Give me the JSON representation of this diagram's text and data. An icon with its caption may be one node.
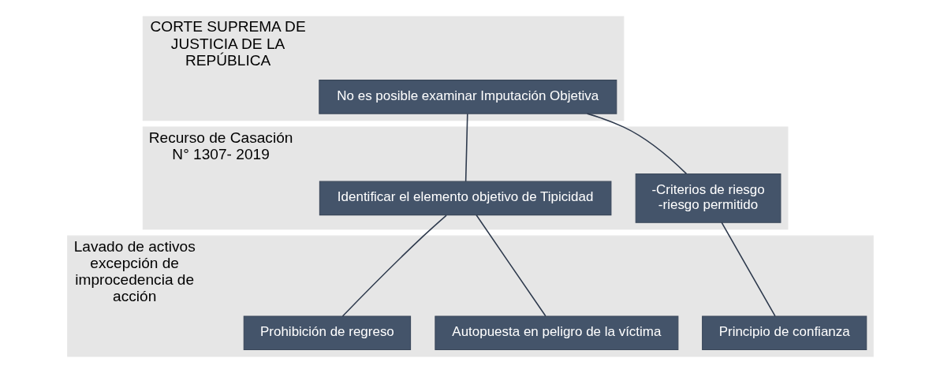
{
  "diagram": {
    "nodes": [
      {
        "text": [
          "CORTE SUPREMA DE JUSTICIA DE LA REPÚBLICA"
        ]
      },
      {
        "text": [
          "No es posible examinar Imputación Objetiva"
        ],
        "in": 0
      },
      {
        "text": [
          "Recurso de Casación",
          "N° 1307- 2019"
        ]
      },
      {
        "text": [
          "Identificar el elemento objetivo de Tipicidad"
        ],
        "in": 2
      },
      {
        "text": [
          "-Criterios de riesgo",
          "-riesgo permitido"
        ],
        "in": 2
      },
      {
        "text": [
          "Lavado de activos excepción de improcedencia de acción"
        ]
      },
      {
        "text": [
          "Prohibición de regreso"
        ],
        "in": 5
      },
      {
        "text": [
          "Autopuesta en peligro de la víctima"
        ],
        "in": 5
      },
      {
        "text": [
          "Principio de confianza"
        ],
        "in": 5
      }
    ],
    "edges": [
      {
        "from": 1,
        "to": 3,
        "arrow": "none"
      },
      {
        "from": 1,
        "to": 4,
        "arrow": "none"
      },
      {
        "from": 3,
        "to": 6,
        "arrow": "none"
      },
      {
        "from": 3,
        "to": 7,
        "arrow": "none"
      },
      {
        "from": 4,
        "to": 8,
        "arrow": "none"
      }
    ]
  }
}
